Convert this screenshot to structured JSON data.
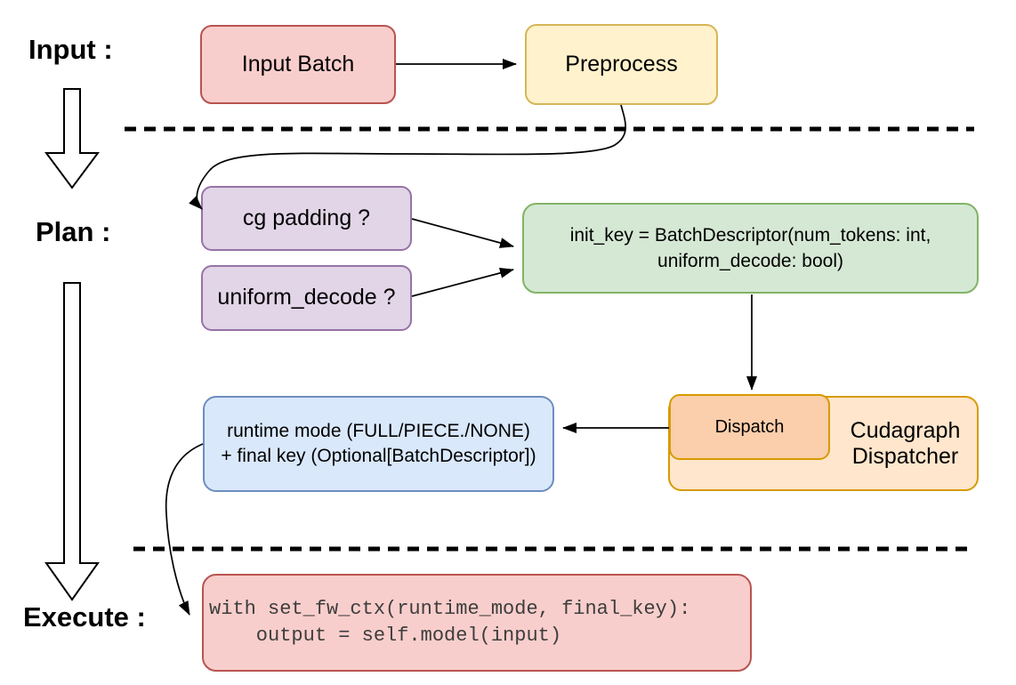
{
  "diagram": {
    "stage_labels": {
      "input": "Input :",
      "plan": "Plan :",
      "execute": "Execute :"
    },
    "nodes": {
      "input_batch": {
        "label": "Input Batch"
      },
      "preprocess": {
        "label": "Preprocess"
      },
      "cg_padding": {
        "label": "cg padding ?"
      },
      "uniform_decode": {
        "label": "uniform_decode ?"
      },
      "init_key": {
        "line1": "init_key = BatchDescriptor(num_tokens: int,",
        "line2": "uniform_decode: bool)"
      },
      "dispatch": {
        "label": "Dispatch"
      },
      "cudagraph_dispatcher": {
        "line1": "Cudagraph",
        "line2": "Dispatcher"
      },
      "runtime_mode": {
        "line1": "runtime mode (FULL/PIECE./NONE)",
        "line2": "+ final key (Optional[BatchDescriptor])"
      },
      "execute_code": {
        "line1": "with set_fw_ctx(runtime_mode, final_key):",
        "line2": "    output = self.model(input)"
      }
    },
    "colors": {
      "red-fill": "#f8cecc",
      "red-stroke": "#b85450",
      "yellow-fill": "#fff2cc",
      "yellow-stroke": "#d6b656",
      "purple-fill": "#e1d5e7",
      "purple-stroke": "#9673a6",
      "green-fill": "#d5e8d4",
      "green-stroke": "#82b366",
      "blue-fill": "#dae8fc",
      "blue-stroke": "#6c8ebf",
      "orange-fill": "#ffe6cc",
      "orange-stroke": "#d79b00",
      "peach-fill": "#fbceac",
      "line": "#000000"
    }
  }
}
